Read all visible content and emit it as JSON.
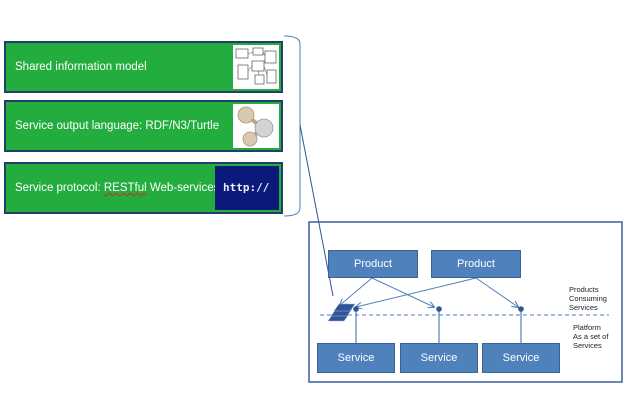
{
  "panels": [
    {
      "label": "Shared information model",
      "thumb": "uml-diagram-thumbnail"
    },
    {
      "label_pre": "Service output language: RDF/N3/Turtle",
      "thumb": "molecule-thumbnail"
    },
    {
      "label_pre": "Service protocol: ",
      "label_mark": "RESTful",
      "label_post": " Web-services",
      "thumb": "http-thumbnail",
      "thumb_text": "http://"
    }
  ],
  "diagram": {
    "products": [
      "Product",
      "Product"
    ],
    "services": [
      "Service",
      "Service",
      "Service"
    ],
    "side_top": [
      "Products",
      "Consuming",
      "Services"
    ],
    "side_bottom": [
      "Platform",
      "As a set of",
      "Services"
    ]
  },
  "colors": {
    "panel_green": "#23ad3f",
    "panel_border": "#233e69",
    "box_blue": "#4f81bd",
    "frame_blue": "#2f5597"
  }
}
